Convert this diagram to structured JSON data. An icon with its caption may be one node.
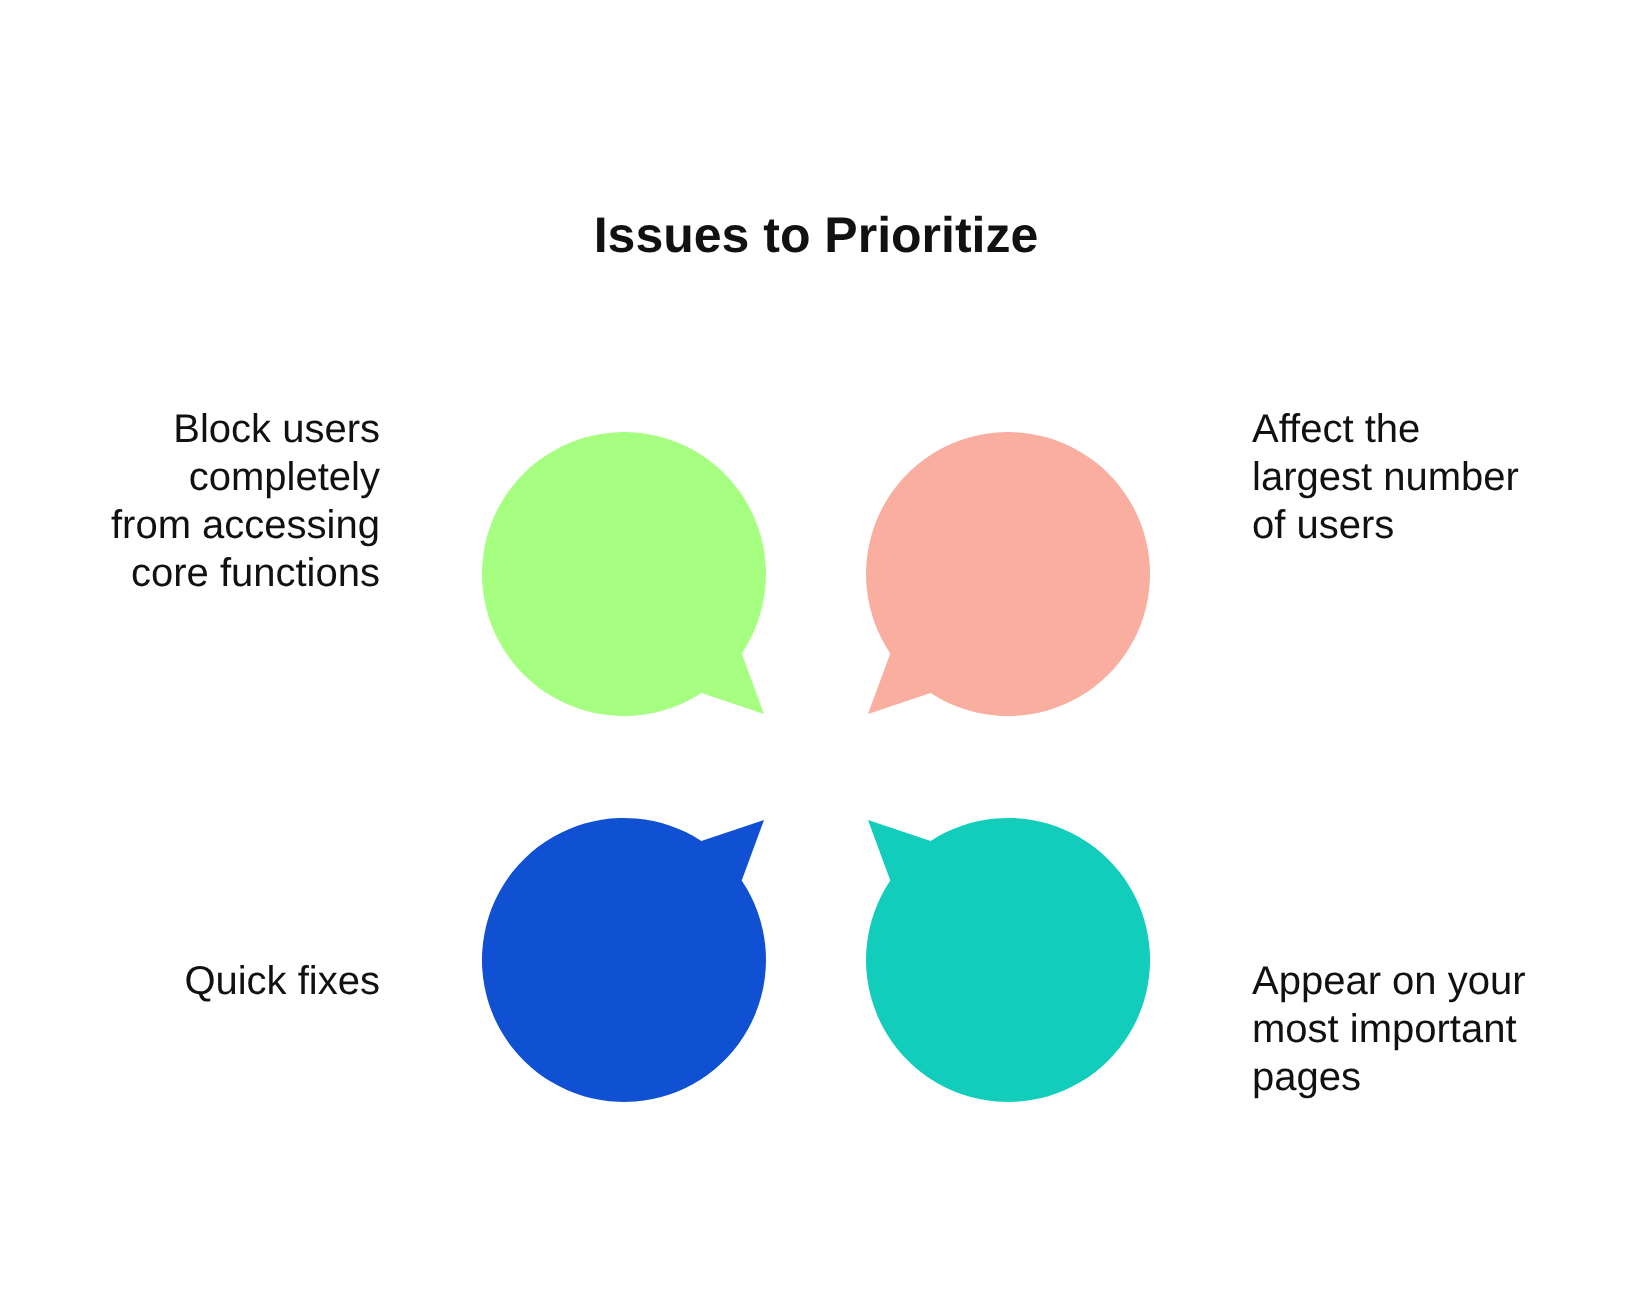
{
  "diagram": {
    "title": "Issues to Prioritize",
    "nodes": [
      {
        "text": [],
        "shape": "bubble",
        "beside": [
          "Block users completely from accessing core functions"
        ]
      },
      {
        "text": [],
        "shape": "bubble",
        "beside": [
          "Affect the largest number of users"
        ]
      },
      {
        "text": [],
        "shape": "bubble",
        "beside": [
          "Quick fixes"
        ]
      },
      {
        "text": [],
        "shape": "bubble",
        "beside": [
          "Appear on your most important pages"
        ]
      }
    ]
  }
}
